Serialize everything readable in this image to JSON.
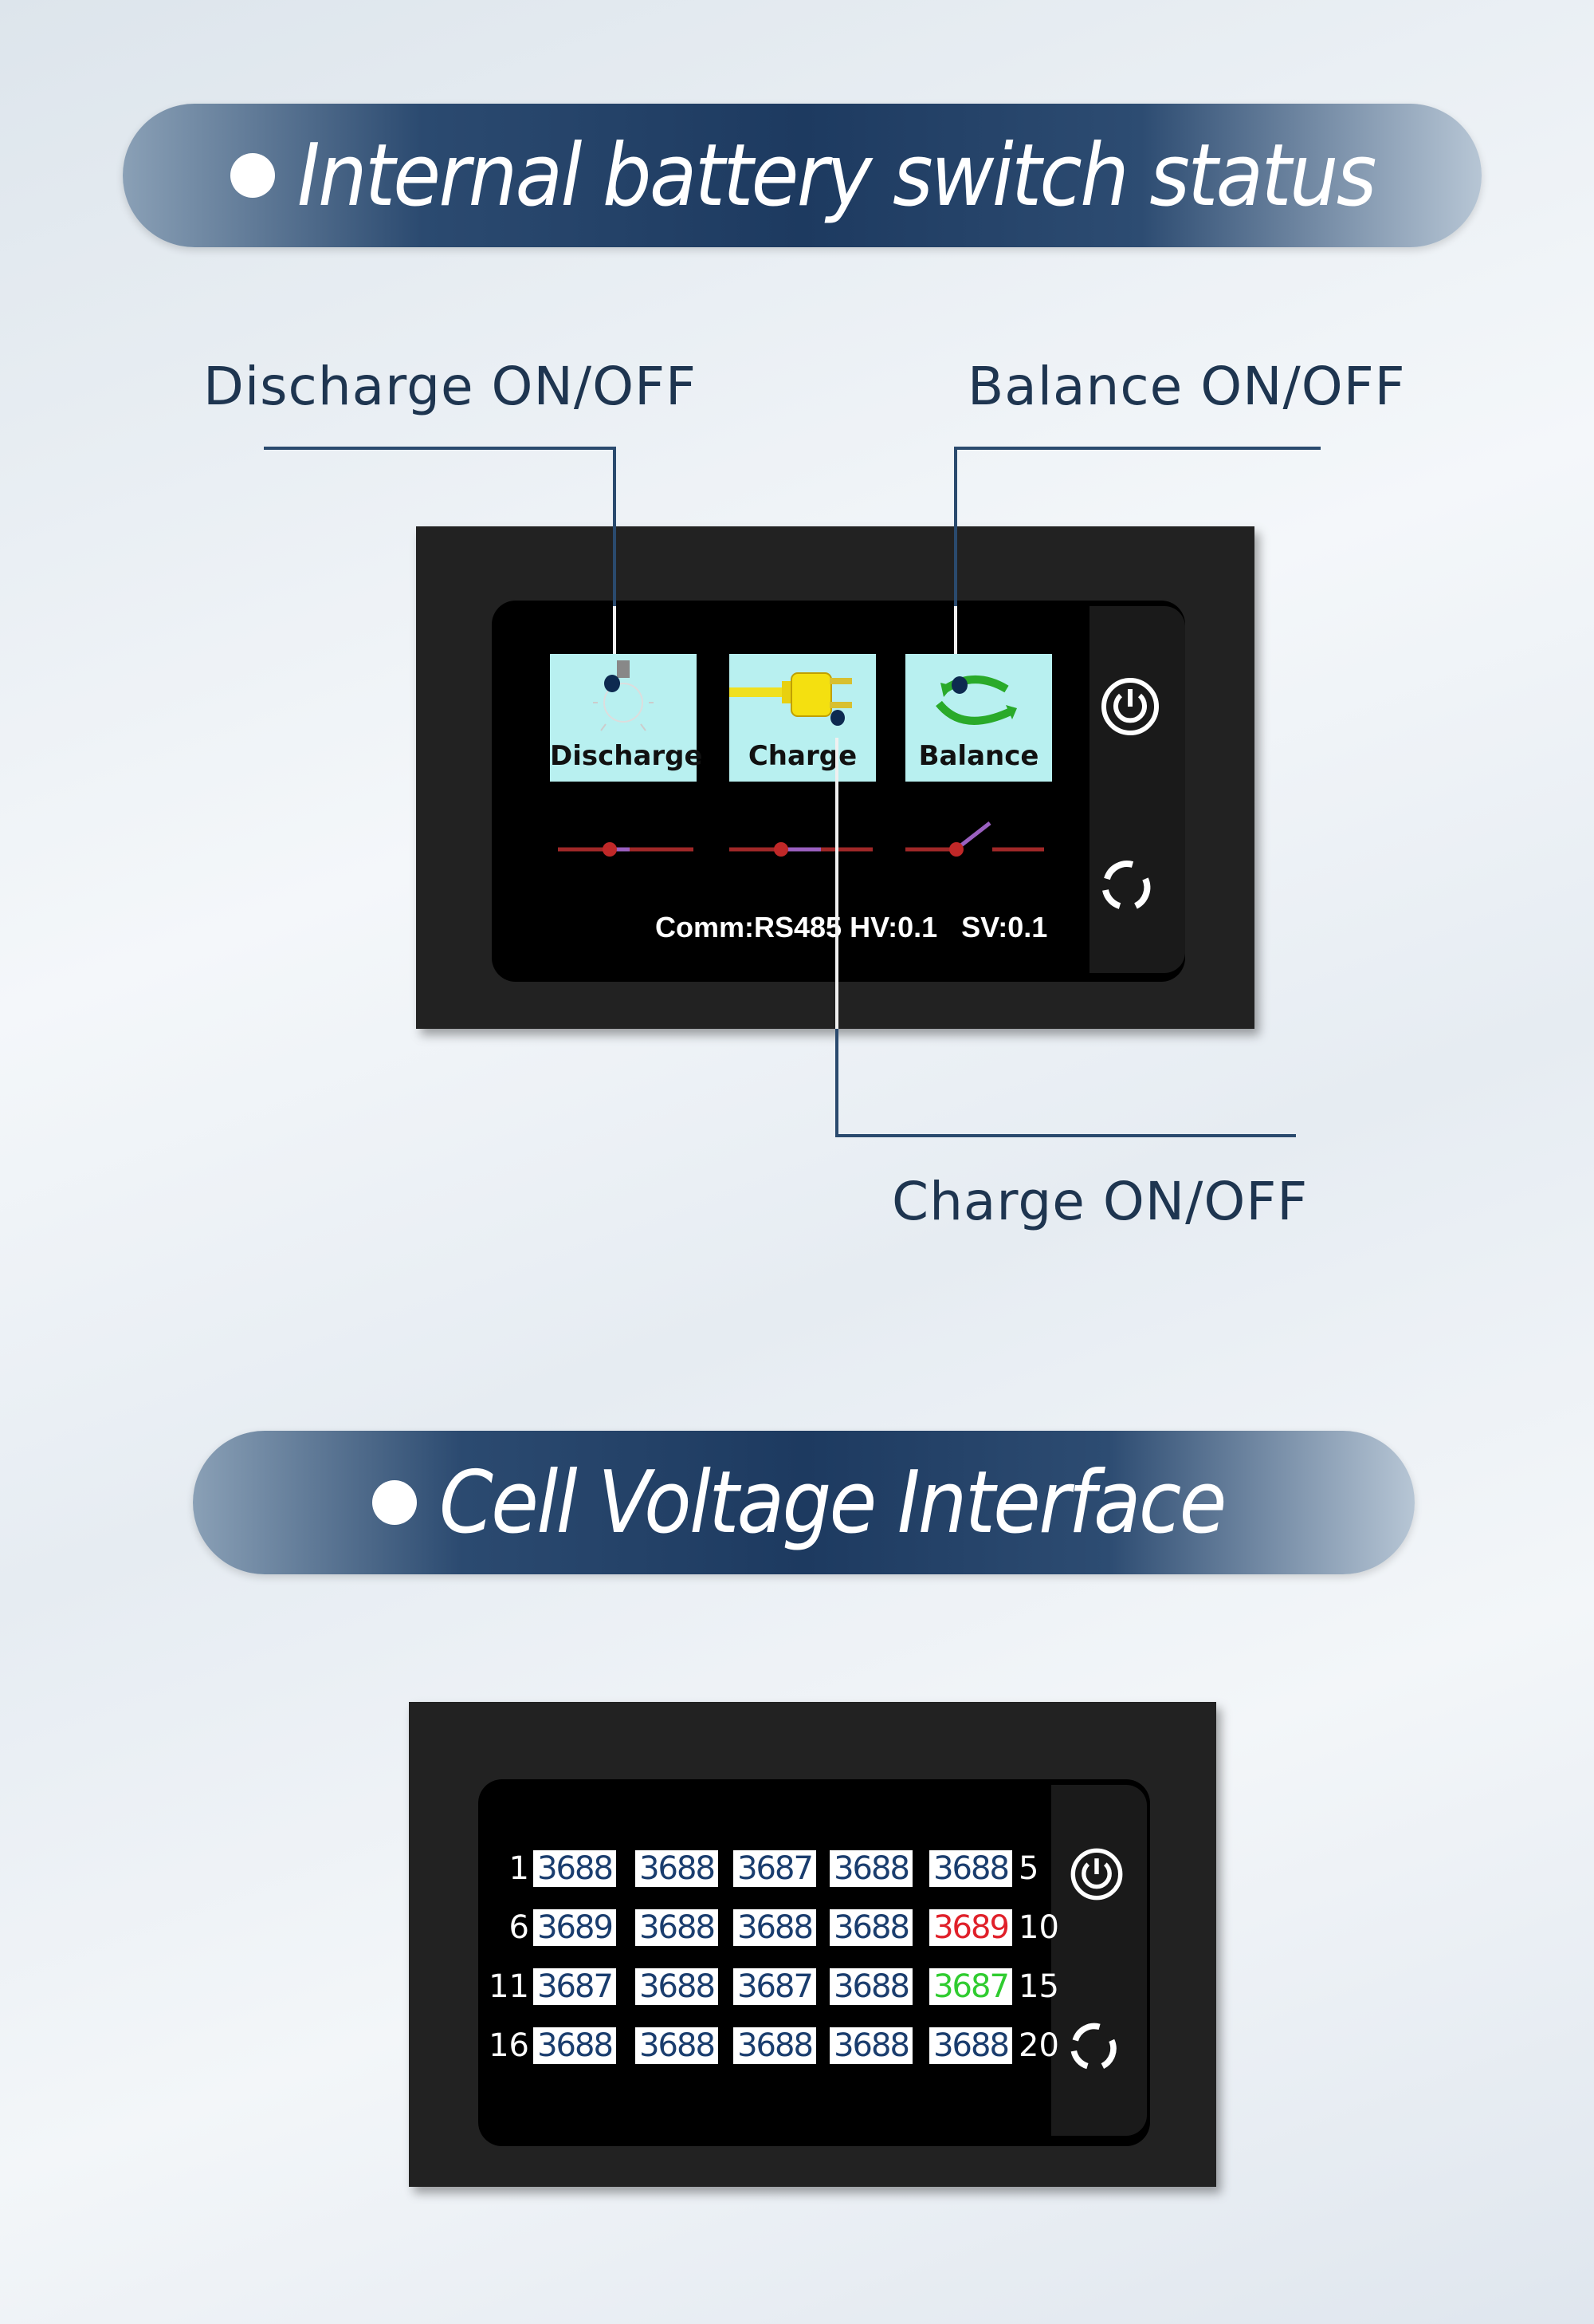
{
  "section1": {
    "title": "Internal battery switch status",
    "callouts": {
      "discharge": "Discharge ON/OFF",
      "balance": "Balance ON/OFF",
      "charge": "Charge ON/OFF"
    },
    "tiles": [
      {
        "label": "Discharge",
        "icon": "light-bulb-icon"
      },
      {
        "label": "Charge",
        "icon": "plug-icon"
      },
      {
        "label": "Balance",
        "icon": "cycle-arrows-icon"
      }
    ],
    "switches": [
      {
        "name": "discharge",
        "state": "closed"
      },
      {
        "name": "charge",
        "state": "closed"
      },
      {
        "name": "balance",
        "state": "open"
      }
    ],
    "status": {
      "comm": "Comm:RS485",
      "hv": "HV:0.1",
      "sv": "SV:0.1"
    }
  },
  "section2": {
    "title": "Cell Voltage Interface",
    "rows": [
      {
        "start": "1",
        "end": "5",
        "cells": [
          "3688",
          "3688",
          "3687",
          "3688",
          "3688"
        ]
      },
      {
        "start": "6",
        "end": "10",
        "cells": [
          "3689",
          "3688",
          "3688",
          "3688",
          "3689"
        ]
      },
      {
        "start": "11",
        "end": "15",
        "cells": [
          "3687",
          "3688",
          "3687",
          "3688",
          "3687"
        ]
      },
      {
        "start": "16",
        "end": "20",
        "cells": [
          "3688",
          "3688",
          "3688",
          "3688",
          "3688"
        ]
      }
    ],
    "highlight": {
      "max_color": "#e0202a",
      "min_color": "#30cc30",
      "normal_color": "#1a3d6e"
    }
  }
}
